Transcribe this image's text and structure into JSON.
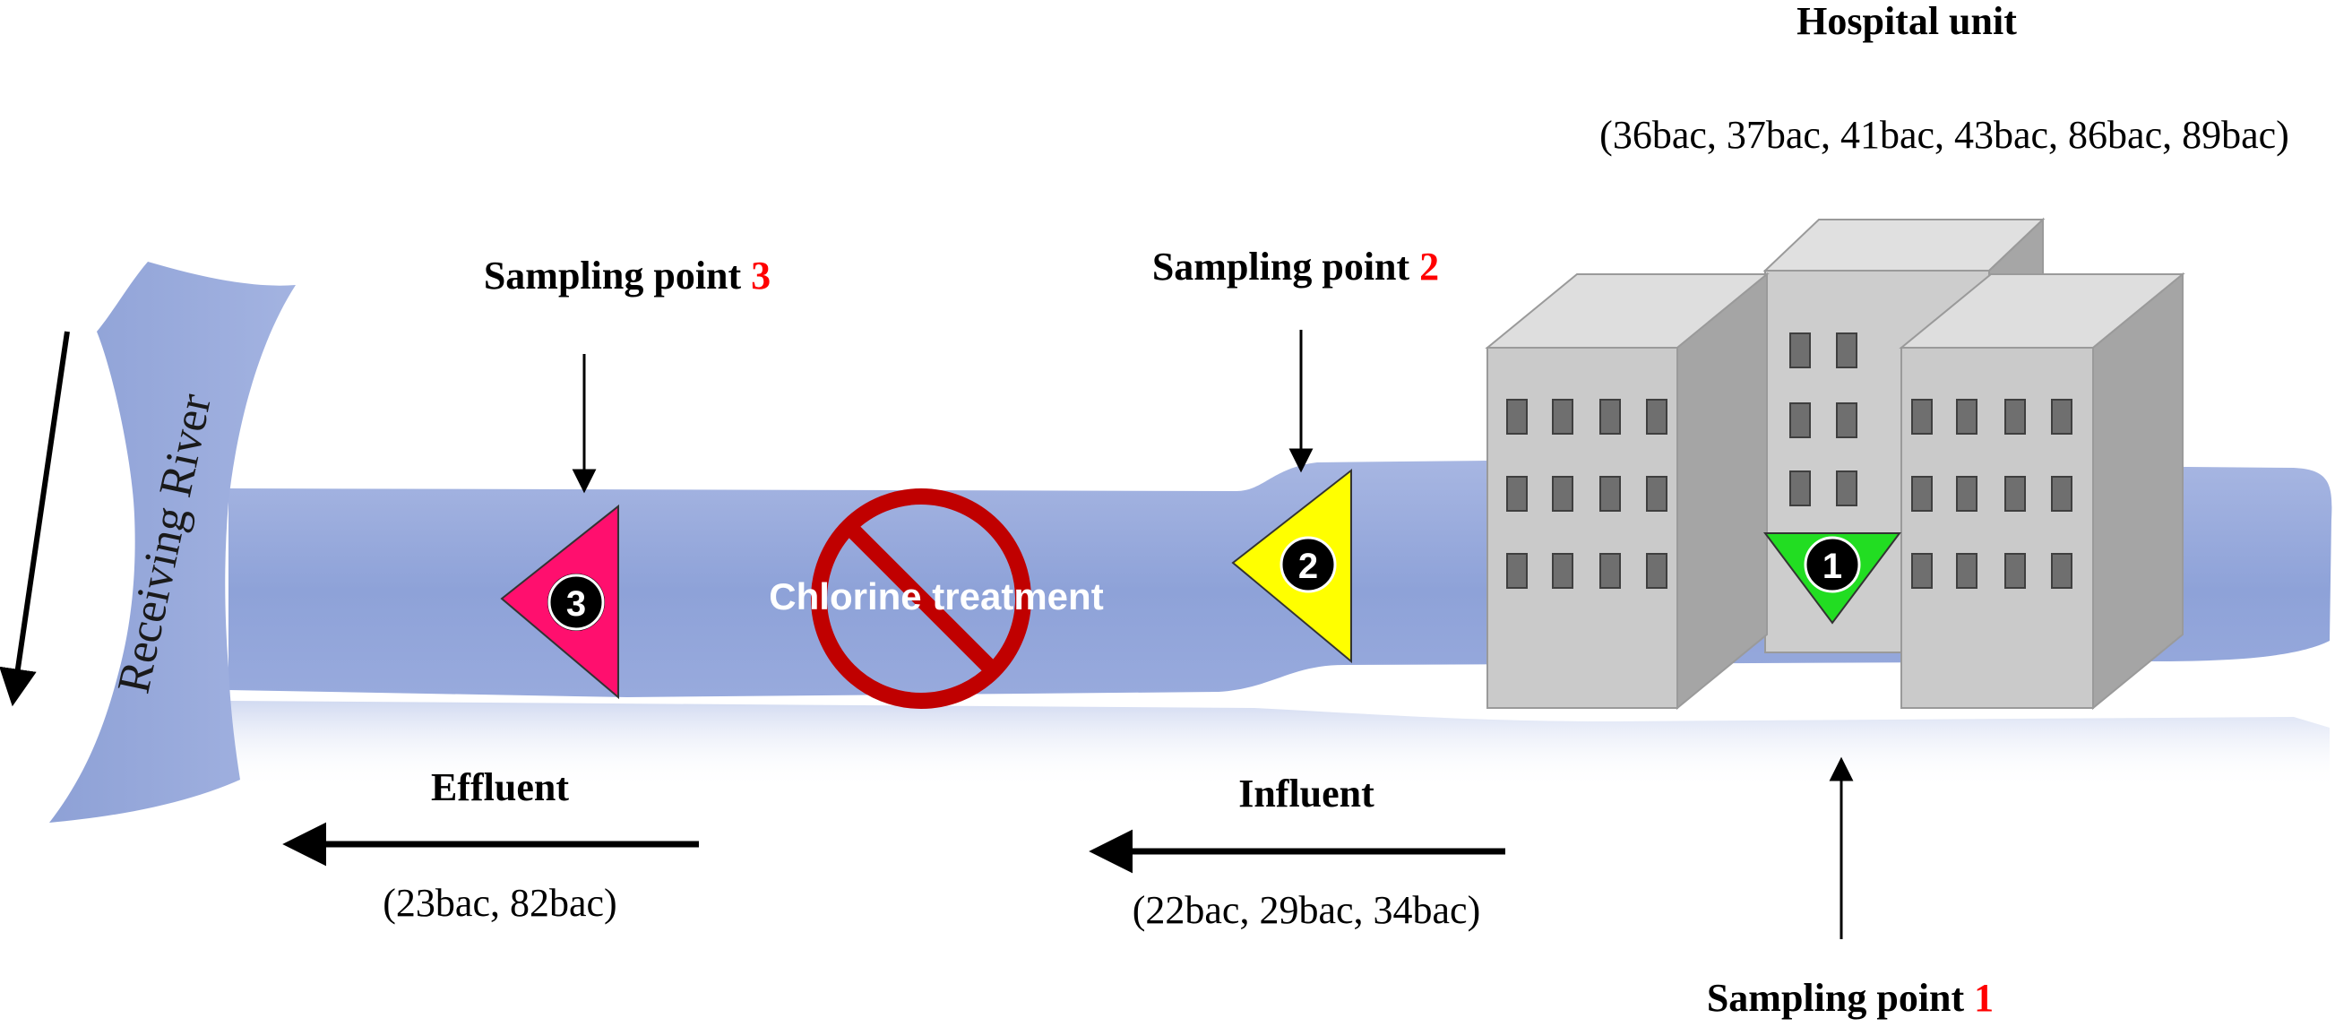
{
  "hospital": {
    "title": "Hospital unit",
    "isolates": "(36bac, 37bac, 41bac, 43bac, 86bac, 89bac)"
  },
  "sampling_points": [
    {
      "prefix": "Sampling point ",
      "number": "1"
    },
    {
      "prefix": "Sampling point ",
      "number": "2"
    },
    {
      "prefix": "Sampling point ",
      "number": "3"
    }
  ],
  "river": {
    "label": "Receiving River"
  },
  "treatment": {
    "label": "Chlorine treatment"
  },
  "influent": {
    "label": "Influent",
    "isolates": "(22bac, 29bac, 34bac)"
  },
  "effluent": {
    "label": "Effluent",
    "isolates": "(23bac, 82bac)"
  },
  "colors": {
    "pipe": "#95a8dc",
    "pipe_dark": "#7f95cf",
    "marker1": "#22dd22",
    "marker2": "#ffff00",
    "marker3": "#ff0f6e",
    "prohibit": "#c00000",
    "number_red": "#ff0000",
    "building_front": "#c8c8c8",
    "building_side": "#a9a9a9",
    "building_top": "#dcdcdc"
  },
  "icons": [
    "no-entry-icon",
    "hospital-building-icon",
    "arrow-icon"
  ]
}
